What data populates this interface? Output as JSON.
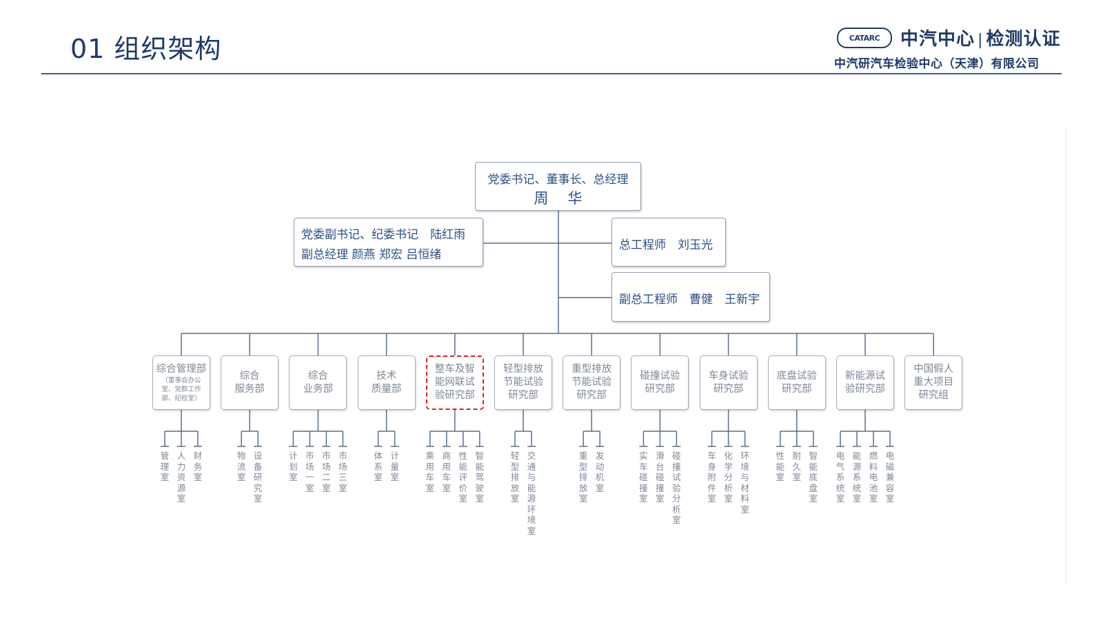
{
  "header": {
    "title": "01 组织架构",
    "logo_mark": "CATARC",
    "logo_main_left": "中汽中心",
    "logo_main_sep": "|",
    "logo_main_right": "检测认证",
    "logo_sub": "中汽研汽车检验中心（天津）有限公司"
  },
  "org": {
    "top": {
      "title": "党委书记、董事长、总经理",
      "name": "周华"
    },
    "deputy": {
      "line1": "党委副书记、纪委书记　陆红雨",
      "line2": "副总经理  颜燕  郑宏  吕恒绪"
    },
    "chief_engineer": "总工程师　刘玉光",
    "deputy_chief_engineer": "副总工程师　曹健　王新宇",
    "departments": [
      {
        "lines": [
          "综合管理部"
        ],
        "sub": [
          "（董事会办公",
          "室、党群工作",
          "部、纪检室）"
        ],
        "offices": [
          "管理室",
          "人力资源室",
          "财务室"
        ]
      },
      {
        "lines": [
          "综合",
          "服务部"
        ],
        "offices": [
          "物流室",
          "设备研究室"
        ]
      },
      {
        "lines": [
          "综合",
          "业务部"
        ],
        "offices": [
          "计划室",
          "市场一室",
          "市场二室",
          "市场三室"
        ]
      },
      {
        "lines": [
          "技术",
          "质量部"
        ],
        "offices": [
          "体系室",
          "计量室"
        ]
      },
      {
        "lines": [
          "整车及智",
          "能网联试",
          "验研究部"
        ],
        "highlight": true,
        "offices": [
          "乘用车室",
          "商用车室",
          "性能评价室",
          "智能驾驶室"
        ]
      },
      {
        "lines": [
          "轻型排放",
          "节能试验",
          "研究部"
        ],
        "offices": [
          "轻型排放室",
          "交通与能源环境室"
        ]
      },
      {
        "lines": [
          "重型排放",
          "节能试验",
          "研究部"
        ],
        "offices": [
          "重型排放室",
          "发动机室"
        ]
      },
      {
        "lines": [
          "碰撞试验",
          "研究部"
        ],
        "offices": [
          "实车碰撞室",
          "滑台碰撞室",
          "碰撞试验分析室"
        ]
      },
      {
        "lines": [
          "车身试验",
          "研究部"
        ],
        "offices": [
          "车身附件室",
          "化学分析室",
          "环境与材料室"
        ]
      },
      {
        "lines": [
          "底盘试验",
          "研究部"
        ],
        "offices": [
          "性能室",
          "耐久室",
          "智能底盘室"
        ]
      },
      {
        "lines": [
          "新能源试",
          "验研究部"
        ],
        "offices": [
          "电气系统室",
          "能源系统室",
          "燃料电池室",
          "电磁兼容室"
        ]
      },
      {
        "lines": [
          "中国假人",
          "重大项目",
          "研究组"
        ],
        "offices": []
      }
    ]
  },
  "colors": {
    "title": "#1f3a68",
    "box_text": "#2a4f86",
    "dept_text": "#7e8796",
    "highlight": "#e01e1e",
    "line": "#5a6e88"
  }
}
